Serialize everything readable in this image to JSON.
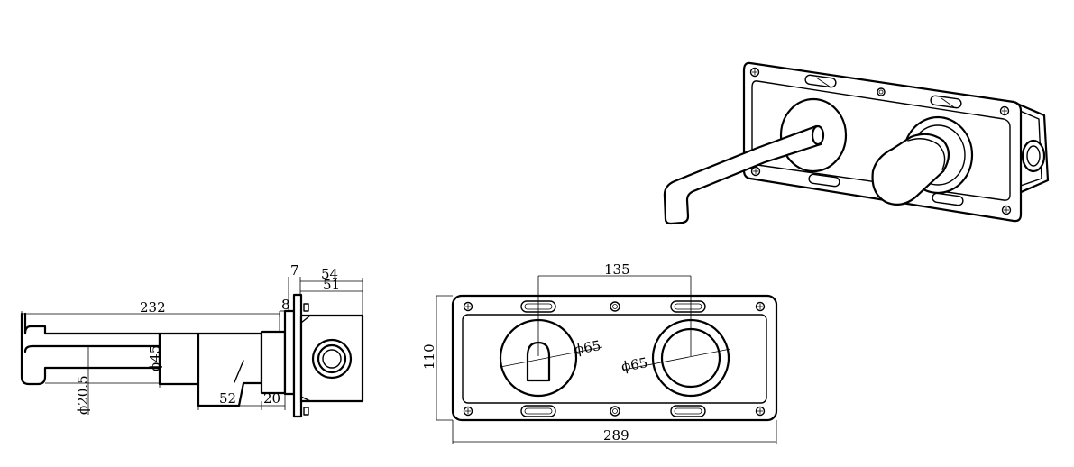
{
  "drawing": {
    "side_view": {
      "dim_total_length": "232",
      "dim_7": "7",
      "dim_54": "54",
      "dim_51": "51",
      "dim_8": "8",
      "dim_45": "ϕ45",
      "dim_20_5": "ϕ20.5",
      "dim_52": "52",
      "dim_20": "20"
    },
    "front_view": {
      "dim_center_distance": "135",
      "dim_height": "110",
      "dim_width": "289",
      "dim_left_rosette": "ϕ65",
      "dim_right_rosette": "ϕ65"
    }
  }
}
